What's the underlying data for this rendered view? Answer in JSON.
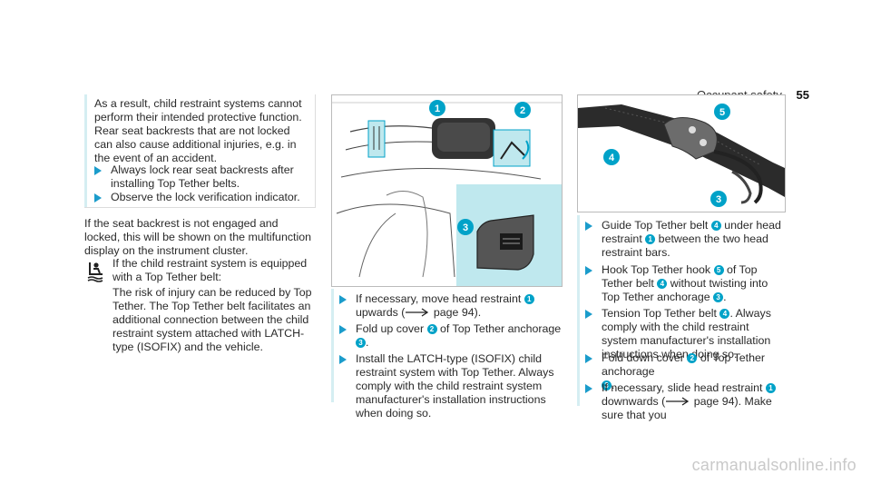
{
  "header": {
    "section": "Occupant safety",
    "page": "55"
  },
  "left": {
    "intro": "As a result, child restraint systems cannot perform their intended protective function. Rear seat backrests that are not locked can also cause additional injuries, e.g. in the event of an accident.",
    "bullets": [
      "Always lock rear seat backrests after installing Top Tether belts.",
      "Observe the lock verification indicator."
    ],
    "para": "If the seat backrest is not engaged and locked, this will be shown on the multifunction display on the instrument cluster.",
    "note_title": "If the child restraint system is equipped with a Top Tether belt:",
    "note_body": "The risk of injury can be reduced by Top Tether. The Top Tether belt facilitates an additional connection between the child restraint system attached with LATCH-type (ISOFIX) and the vehicle."
  },
  "mid": {
    "step1": {
      "a": "If necessary, move head restraint",
      "n1": "1",
      "b": "upwards (",
      "page": "page 94",
      "c": ")."
    },
    "step2": {
      "a": "Fold up cover",
      "n1": "2",
      "b": "of Top Tether anchorage",
      "n2": "3",
      "c": "."
    },
    "step3": "Install the LATCH-type (ISOFIX) child restraint system with Top Tether. Always comply with the child restraint system manufacturer's installation instructions when doing so."
  },
  "right": {
    "step1": {
      "a": "Guide Top Tether belt",
      "n1": "4",
      "b": "under head restraint",
      "n2": "1",
      "c": "between the two head restraint bars."
    },
    "step2": {
      "a": "Hook Top Tether hook",
      "n1": "5",
      "b": "of Top Tether belt",
      "n2": "4",
      "c": "without twisting into Top Tether anchorage",
      "n3": "3",
      "d": "."
    },
    "step3": {
      "a": "Tension Top Tether belt",
      "n1": "4",
      "b": ". Always comply with the child restraint system manufacturer's installation instructions when doing so."
    },
    "step4": {
      "a": "Fold down cover",
      "n1": "2",
      "b": "of Top Tether anchorage",
      "n2": "3",
      "c": "."
    },
    "step5": {
      "a": "If necessary, slide head restraint",
      "n1": "1",
      "b": "downwards (",
      "page": "page 94",
      "c": "). Make sure that you"
    }
  },
  "figure1_labels": [
    "1",
    "2",
    "3"
  ],
  "figure2_labels": [
    "5",
    "4",
    "3"
  ],
  "watermark": "carmanualsonline.info",
  "colors": {
    "accent": "#1b9ccb",
    "callout": "#00a2c8",
    "bar": "#d5eef2",
    "inset": "#bfe8ee"
  }
}
